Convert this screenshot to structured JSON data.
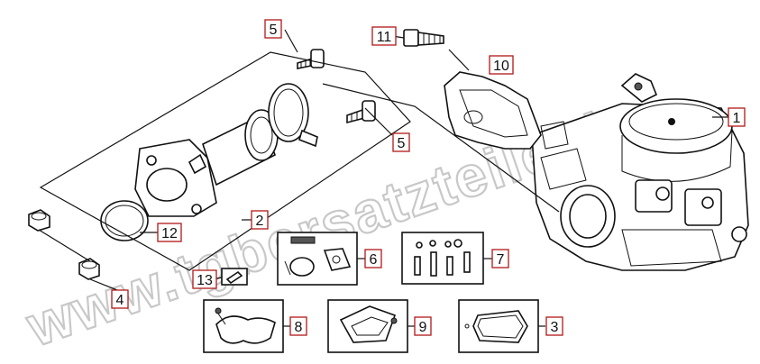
{
  "watermark": "www.tgbersatzteile.de",
  "callouts": [
    {
      "id": "callout-1",
      "label": "1"
    },
    {
      "id": "callout-2",
      "label": "2"
    },
    {
      "id": "callout-3",
      "label": "3"
    },
    {
      "id": "callout-4",
      "label": "4"
    },
    {
      "id": "callout-5a",
      "label": "5"
    },
    {
      "id": "callout-5b",
      "label": "5"
    },
    {
      "id": "callout-6",
      "label": "6"
    },
    {
      "id": "callout-7",
      "label": "7"
    },
    {
      "id": "callout-8",
      "label": "8"
    },
    {
      "id": "callout-9",
      "label": "9"
    },
    {
      "id": "callout-10",
      "label": "10"
    },
    {
      "id": "callout-11",
      "label": "11"
    },
    {
      "id": "callout-12",
      "label": "12"
    },
    {
      "id": "callout-13",
      "label": "13"
    }
  ],
  "colors": {
    "callout_border": "#b01818",
    "watermark_stroke": "#c8c8c8",
    "ink": "#111111"
  }
}
